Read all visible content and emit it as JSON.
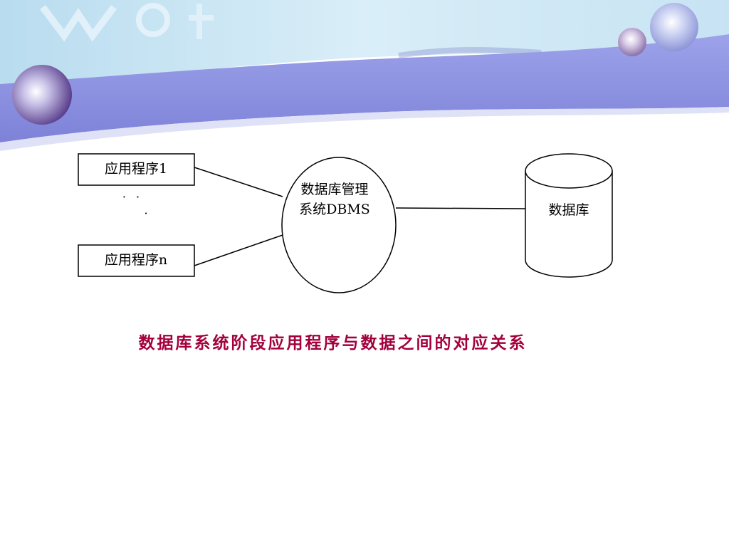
{
  "diagram": {
    "app_first_label": "应用程序1",
    "app_last_label": "应用程序n",
    "ellipsis_dots": "· · ·",
    "dbms_label_line1": "数据库管理",
    "dbms_label_line2": "系统DBMS",
    "database_label": "数据库"
  },
  "caption": "数据库系统阶段应用程序与数据之间的对应关系",
  "colors": {
    "caption": "#a3003c",
    "header_band": "#8b8fe0",
    "header_light": "#cde6f5",
    "stroke": "#000000"
  }
}
